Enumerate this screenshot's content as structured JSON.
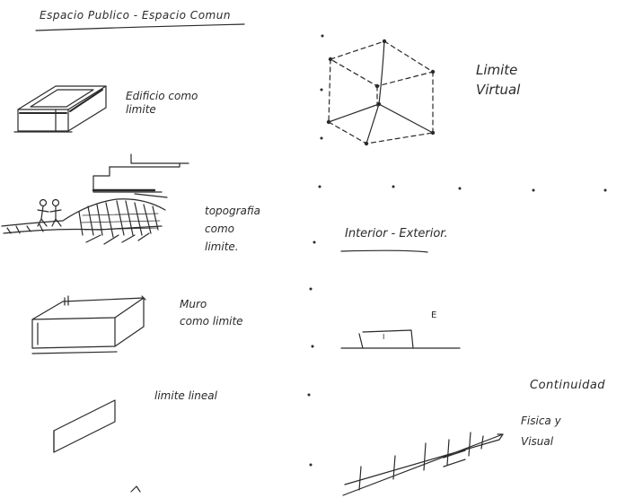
{
  "sheet": {
    "title": "Espacio Publico - Espacio Comun",
    "notes": {
      "edificio": "Edificio como\nlimite",
      "topografia": "topografia\ncomo\nlimite.",
      "muro": "Muro\ncomo limite",
      "limite_lineal": "limite lineal",
      "limite_virtual": "Limite\nVirtual",
      "interior_exterior": "Interior - Exterior.",
      "e_label": "E",
      "i_label": "I",
      "continuidad": "Continuidad",
      "fisica_visual": "Fisica  y\nVisual"
    }
  },
  "colors": {
    "ink": "#2a2a2a",
    "paper": "#ffffff"
  }
}
